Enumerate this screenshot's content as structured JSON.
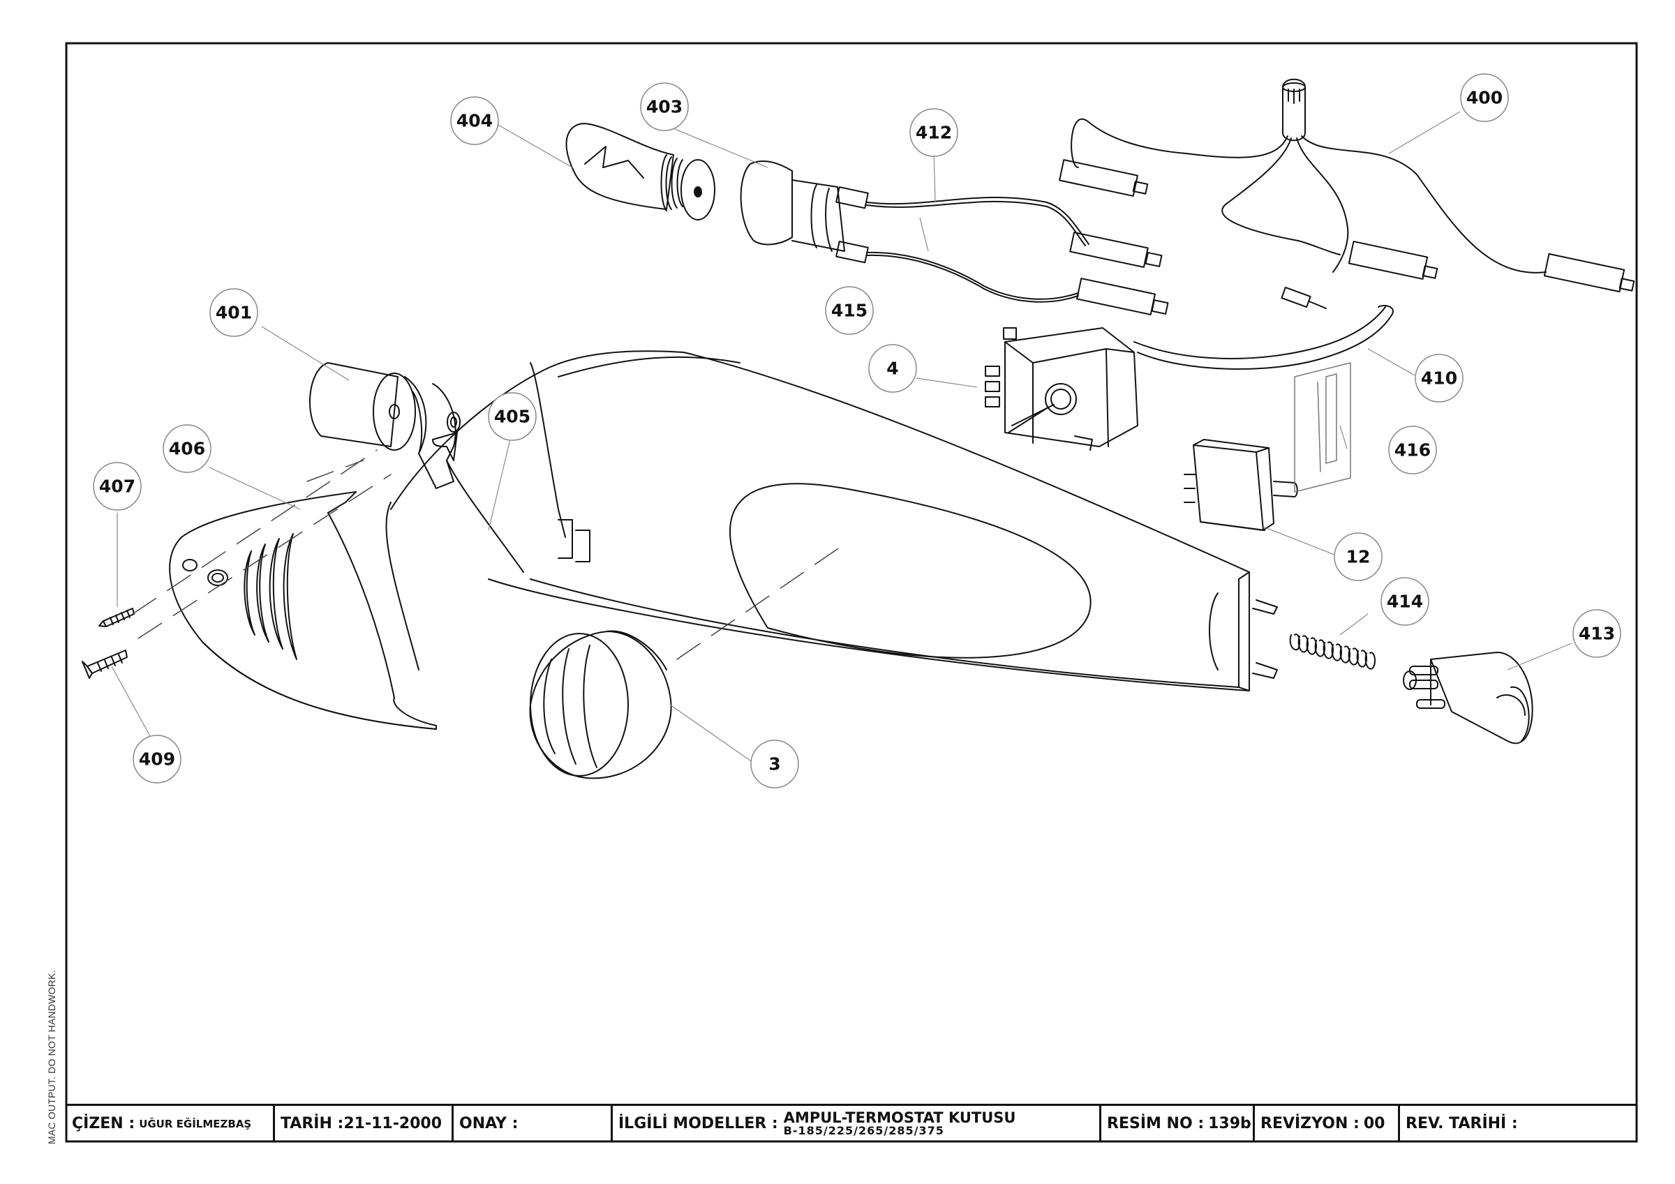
{
  "side_note": "MAC OUTPUT. DO NOT HANDWORK.",
  "callouts": [
    {
      "id": "400",
      "label": "400"
    },
    {
      "id": "401",
      "label": "401"
    },
    {
      "id": "403",
      "label": "403"
    },
    {
      "id": "404",
      "label": "404"
    },
    {
      "id": "405",
      "label": "405"
    },
    {
      "id": "406",
      "label": "406"
    },
    {
      "id": "407",
      "label": "407"
    },
    {
      "id": "409",
      "label": "409"
    },
    {
      "id": "410",
      "label": "410"
    },
    {
      "id": "412",
      "label": "412"
    },
    {
      "id": "413",
      "label": "413"
    },
    {
      "id": "414",
      "label": "414"
    },
    {
      "id": "415",
      "label": "415"
    },
    {
      "id": "416",
      "label": "416"
    },
    {
      "id": "4",
      "label": "4"
    },
    {
      "id": "12",
      "label": "12"
    },
    {
      "id": "3",
      "label": "3"
    }
  ],
  "title_block": {
    "cizen_label": "ÇİZEN :",
    "cizen_value": "UĞUR EĞİLMEZBAŞ",
    "tarih_label": "TARİH :",
    "tarih_value": "21-11-2000",
    "onay_label": "ONAY :",
    "ilgili_label": "İLGİLİ MODELLER :",
    "ilgili_title": "AMPUL-TERMOSTAT KUTUSU",
    "ilgili_models": "B-185/225/265/285/375",
    "resim_label": "RESİM NO :",
    "resim_value": "139b",
    "revizyon_label": "REVİZYON :",
    "revizyon_value": "00",
    "rev_tarihi_label": "REV. TARİHİ :"
  }
}
